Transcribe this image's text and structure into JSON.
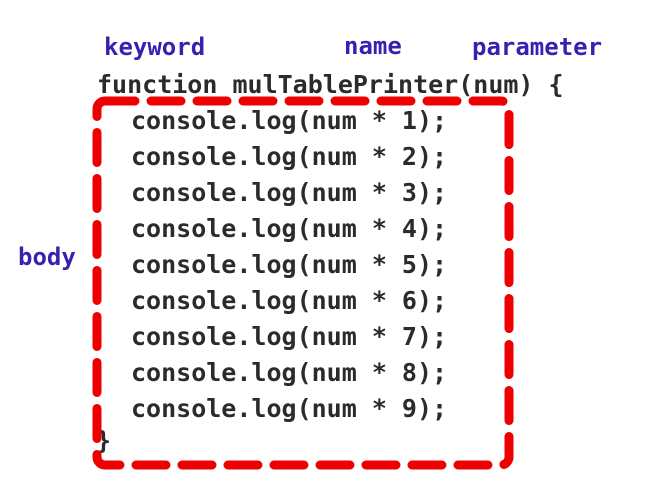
{
  "labels": {
    "keyword": "keyword",
    "name": "name",
    "parameter": "parameter",
    "body": "body"
  },
  "code": {
    "header": "function mulTablePrinter(num) {",
    "body_lines": [
      "console.log(num * 1);",
      "console.log(num * 2);",
      "console.log(num * 3);",
      "console.log(num * 4);",
      "console.log(num * 5);",
      "console.log(num * 6);",
      "console.log(num * 7);",
      "console.log(num * 8);",
      "console.log(num * 9);"
    ],
    "closing": "}"
  },
  "colors": {
    "label": "#3a1fb0",
    "code": "#2b2b2b",
    "box": "#ee0000"
  }
}
